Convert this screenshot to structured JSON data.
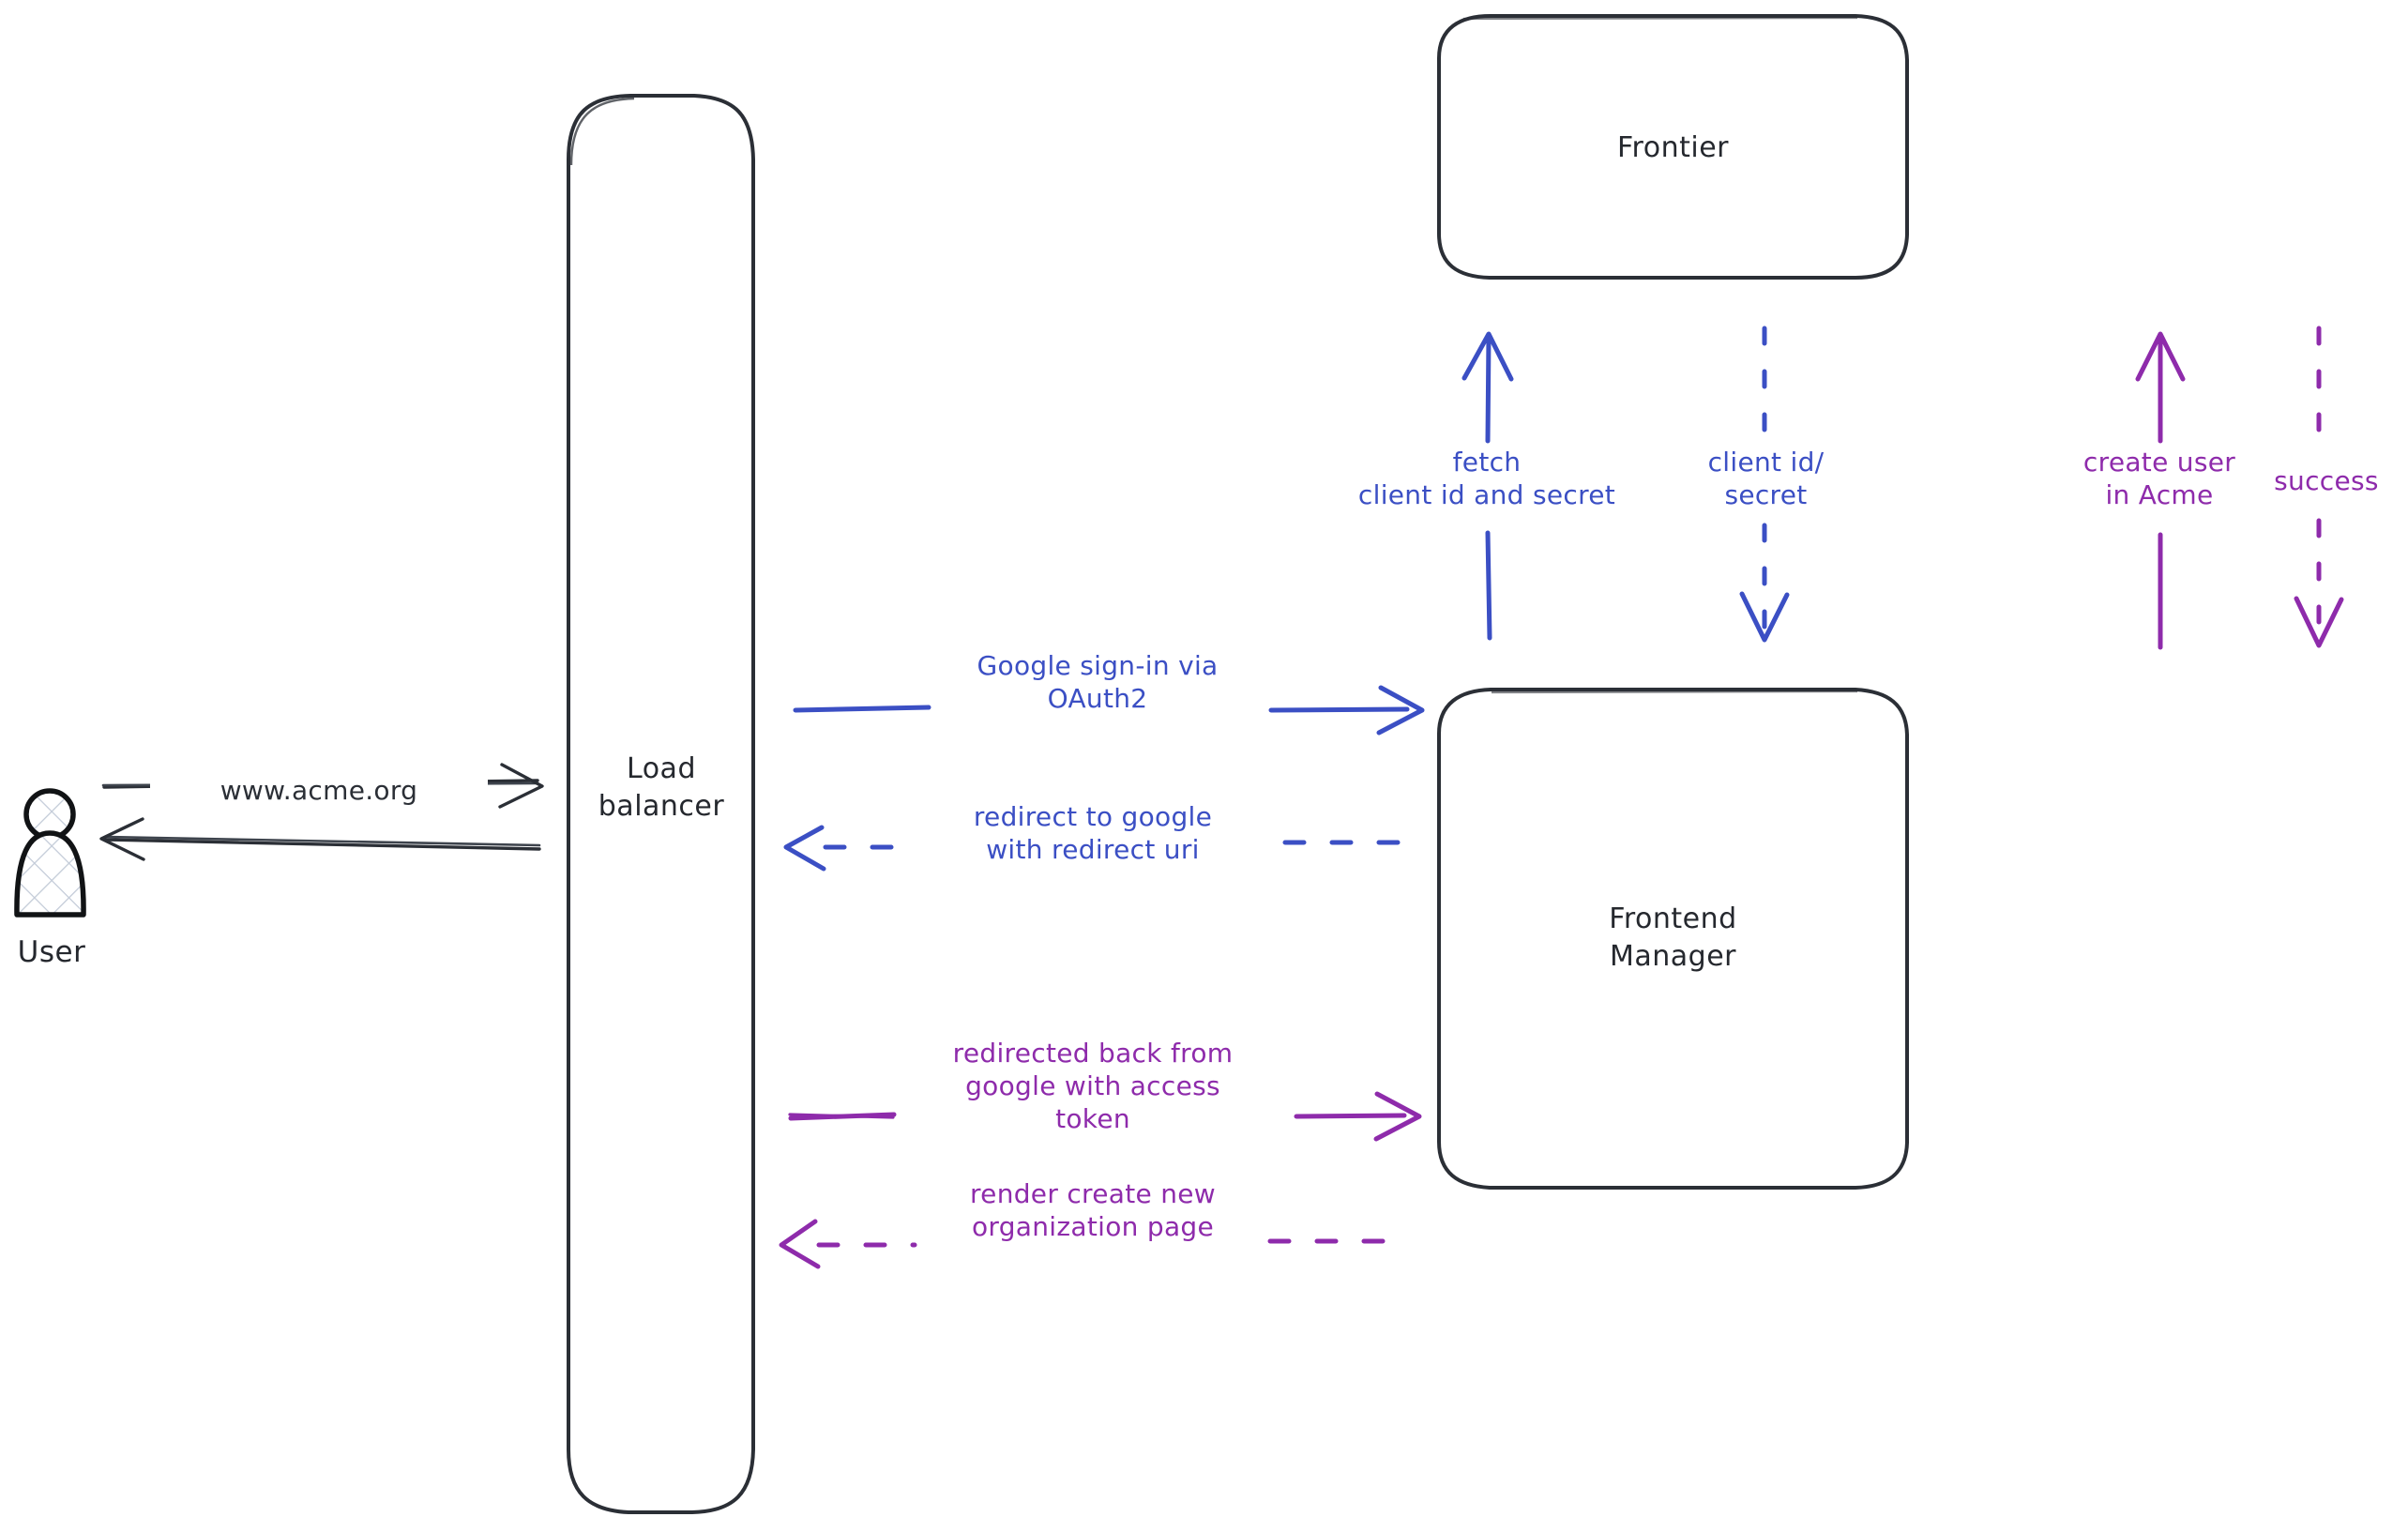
{
  "diagram": {
    "type": "architecture-sequence-diagram",
    "background_color": "#ffffff",
    "palette": {
      "stroke_dark": "#2b2f36",
      "blue": "#3b4fc4",
      "purple": "#8e2bab",
      "hatch": "#c3cbd8"
    }
  },
  "actors": [
    {
      "id": "user",
      "icon": "person-icon",
      "label": "User"
    }
  ],
  "nodes": [
    {
      "id": "load-balancer",
      "label": "Load\nbalancer"
    },
    {
      "id": "frontier",
      "label": "Frontier"
    },
    {
      "id": "frontend-manager",
      "label": "Frontend\nManager"
    }
  ],
  "edges": [
    {
      "id": "user-to-lb",
      "label": "www.acme.org",
      "color": "#2b2f36",
      "style": "solid",
      "direction": "right"
    },
    {
      "id": "lb-to-user",
      "label": "",
      "color": "#2b2f36",
      "style": "solid",
      "direction": "left"
    },
    {
      "id": "lb-to-fm-signin",
      "label": "Google sign-in via\nOAuth2",
      "color": "#3b4fc4",
      "style": "solid",
      "direction": "right"
    },
    {
      "id": "fm-to-lb-redirect",
      "label": "redirect to google\nwith redirect uri",
      "color": "#3b4fc4",
      "style": "dashed",
      "direction": "left"
    },
    {
      "id": "lb-to-fm-token",
      "label": "redirected back from\ngoogle with access\ntoken",
      "color": "#8e2bab",
      "style": "solid",
      "direction": "right"
    },
    {
      "id": "fm-to-lb-render",
      "label": "render create new\norganization page",
      "color": "#8e2bab",
      "style": "dashed",
      "direction": "left"
    },
    {
      "id": "fm-to-frontier-fetch",
      "label": "fetch\nclient id and secret",
      "color": "#3b4fc4",
      "style": "solid",
      "direction": "up"
    },
    {
      "id": "frontier-to-fm-creds",
      "label": "client id/\nsecret",
      "color": "#3b4fc4",
      "style": "dashed",
      "direction": "down"
    },
    {
      "id": "fm-to-frontier-create",
      "label": "create user\nin Acme",
      "color": "#8e2bab",
      "style": "solid",
      "direction": "up"
    },
    {
      "id": "frontier-to-fm-success",
      "label": "success",
      "color": "#8e2bab",
      "style": "dashed",
      "direction": "down"
    }
  ]
}
